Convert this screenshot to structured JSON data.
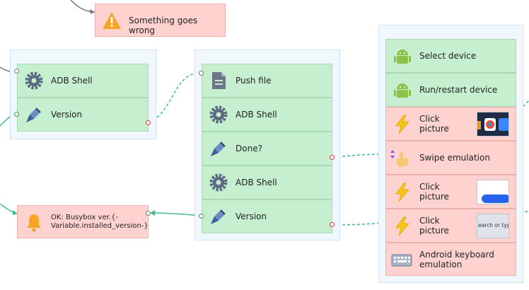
{
  "error_node": {
    "label": "Something goes wrong",
    "icon": "warning-icon"
  },
  "group1": [
    {
      "label": "ADB Shell",
      "icon": "gear-icon"
    },
    {
      "label": "Version",
      "icon": "pen-icon"
    }
  ],
  "group2": [
    {
      "label": "Push file",
      "icon": "file-icon"
    },
    {
      "label": "ADB Shell",
      "icon": "gear-icon"
    },
    {
      "label": "Done?",
      "icon": "pen-icon"
    },
    {
      "label": "ADB Shell",
      "icon": "gear-icon"
    },
    {
      "label": "Version",
      "icon": "pen-icon"
    }
  ],
  "ok_node": {
    "line1": "OK: Busybox ver.{-",
    "line2": "Variable.installed_version-}",
    "icon": "bell-icon"
  },
  "group3": [
    {
      "label": "Select device",
      "icon": "android-icon"
    },
    {
      "label": "Run/restart device",
      "icon": "android-icon"
    },
    {
      "line1": "Click",
      "line2": "picture",
      "icon": "lightning-icon",
      "thumb": "app-icons-thumbnail"
    },
    {
      "label": "Swipe emulation",
      "icon": "swipe-hand-icon"
    },
    {
      "line1": "Click",
      "line2": "picture",
      "icon": "lightning-icon",
      "thumb": "blue-button-thumbnail"
    },
    {
      "line1": "Click",
      "line2": "picture",
      "icon": "lightning-icon",
      "thumb": "search-field-thumbnail",
      "thumb_text": "earch or type U"
    },
    {
      "line1": "Android keyboard",
      "line2": "emulation",
      "icon": "keyboard-icon"
    }
  ],
  "colors": {
    "green_node": "#c6efd0",
    "red_node": "#fdd2cf",
    "group_bg": "#f1f8fd",
    "link": "#3dbb8f",
    "link_grey": "#777777"
  }
}
